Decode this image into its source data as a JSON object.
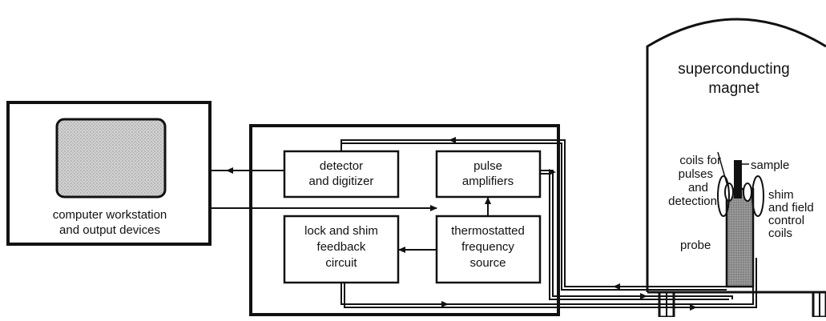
{
  "workstation": {
    "label_line1": "computer workstation",
    "label_line2": "and output devices"
  },
  "console": {
    "detector": {
      "line1": "detector",
      "line2": "and digitizer"
    },
    "pulse": {
      "line1": "pulse",
      "line2": "amplifiers"
    },
    "lock": {
      "line1": "lock and shim",
      "line2": "feedback",
      "line3": "circuit"
    },
    "freq": {
      "line1": "thermostatted",
      "line2": "frequency",
      "line3": "source"
    }
  },
  "magnet": {
    "label_line1": "superconducting",
    "label_line2": "magnet",
    "coils_line1": "coils for",
    "coils_line2": "pulses",
    "coils_line3": "and",
    "coils_line4": "detection",
    "sample": "sample",
    "shim_line1": "shim",
    "shim_line2": "and field",
    "shim_line3": "control",
    "shim_line4": "coils",
    "probe": "probe"
  },
  "colors": {
    "ink": "#111111",
    "screen_fill": "#c8c8c8",
    "probe_fill": "#8c8c8c",
    "background": "#ffffff"
  }
}
